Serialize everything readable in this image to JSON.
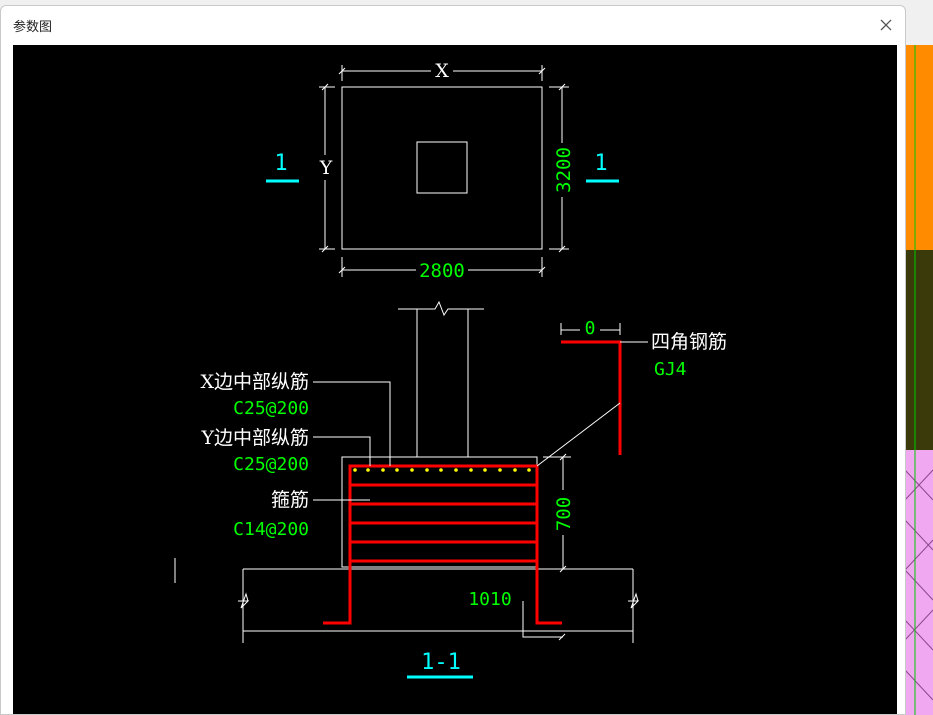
{
  "window": {
    "title": "参数图"
  },
  "drawing": {
    "plan": {
      "x_label": "X",
      "y_label": "Y",
      "width_dim": "2800",
      "height_dim": "3200",
      "section_mark_left": "1",
      "section_mark_right": "1"
    },
    "section": {
      "x_mid_bars_label": "X边中部纵筋",
      "x_mid_bars_spec": "C25@200",
      "y_mid_bars_label": "Y边中部纵筋",
      "y_mid_bars_spec": "C25@200",
      "stirrup_label": "箍筋",
      "stirrup_spec": "C14@200",
      "corner_bars_label": "四角钢筋",
      "corner_bars_spec": "GJ4",
      "offset_dim": "0",
      "height_dim": "700",
      "length_dim": "1010",
      "section_title": "1-1"
    }
  },
  "colors": {
    "canvas_bg": "#000000",
    "line": "#ffffff",
    "dimension_text": "#00ff00",
    "section_mark": "#00ffff",
    "rebar": "#ff0000",
    "rebar_dots": "#ffff00"
  }
}
